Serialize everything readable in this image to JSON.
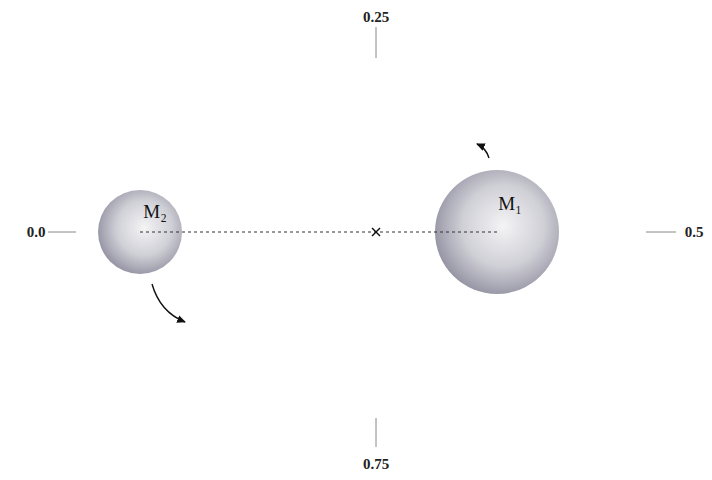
{
  "diagram": {
    "nodes": [
      {
        "text": [
          "M₂"
        ]
      },
      {
        "text": [
          "M₁"
        ]
      }
    ],
    "edges": [
      {
        "from": 0,
        "to": 1,
        "arrow": "none"
      }
    ],
    "labels": [
      "0.25",
      "0.0",
      "0.5",
      "0.75"
    ]
  }
}
